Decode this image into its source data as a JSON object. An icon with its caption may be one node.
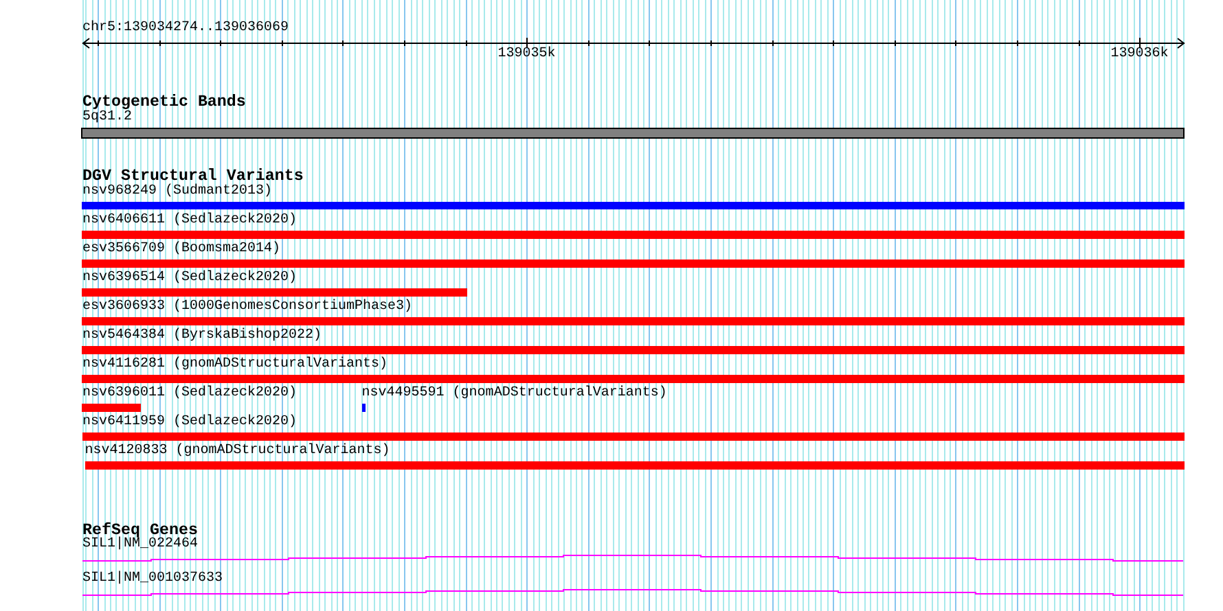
{
  "diagram": {
    "labels": [
      "chr5:139034274..139036069",
      "139035k",
      "139036k",
      "Cytogenetic Bands",
      "5q31.2",
      "DGV Structural Variants",
      "nsv968249 (Sudmant2013)",
      "nsv6406611 (Sedlazeck2020)",
      "esv3566709 (Boomsma2014)",
      "nsv6396514 (Sedlazeck2020)",
      "esv3606933 (1000GenomesConsortiumPhase3)",
      "nsv5464384 (ByrskaBishop2022)",
      "nsv4116281 (gnomADStructuralVariants)",
      "nsv6396011 (Sedlazeck2020)",
      "nsv4495591 (gnomADStructuralVariants)",
      "nsv6411959 (Sedlazeck2020)",
      "nsv4120833 (gnomADStructuralVariants)",
      "RefSeq Genes",
      "SIL1|NM_022464",
      "SIL1|NM_001037633"
    ]
  }
}
